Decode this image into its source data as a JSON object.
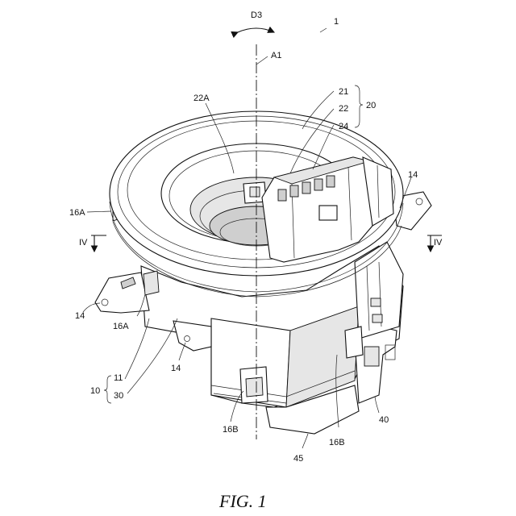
{
  "labels": {
    "fig_number": "1",
    "d3": "D3",
    "a1": "A1",
    "l21": "21",
    "l22": "22",
    "l24": "24",
    "l20": "20",
    "l22a": "22A",
    "l14_right": "14",
    "l16a_left": "16A",
    "l_iv_left": "IV",
    "l_iv_right": "IV",
    "l14_left": "14",
    "l16a_bottom": "16A",
    "l14_bottom": "14",
    "l10": "10",
    "l11": "11",
    "l30": "30",
    "l16b_left": "16B",
    "l16b_right": "16B",
    "l40": "40",
    "l45": "45"
  },
  "caption": "FIG. 1"
}
